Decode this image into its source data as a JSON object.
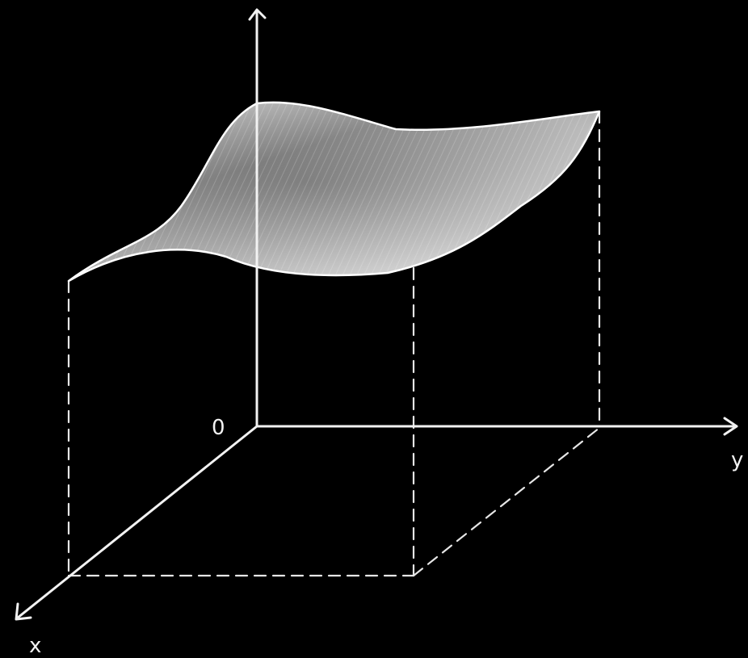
{
  "diagram": {
    "origin_label": "0",
    "x_axis_label": "x",
    "y_axis_label": "y",
    "colors": {
      "background": "#000000",
      "lines": "#f2f2f2",
      "surface_light": "#f5f5f5",
      "surface_dark": "#8a8a8a"
    }
  }
}
